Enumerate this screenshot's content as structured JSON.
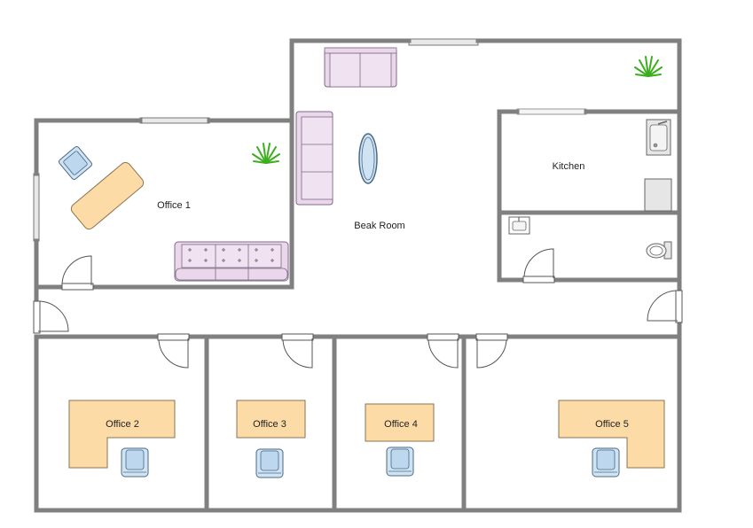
{
  "rooms": {
    "office1": "Office 1",
    "break_room": "Beak Room",
    "kitchen": "Kitchen",
    "office2": "Office 2",
    "office3": "Office 3",
    "office4": "Office 4",
    "office5": "Office 5"
  },
  "colors": {
    "wall": "#808080",
    "desk": "#fddba6",
    "desk_stroke": "#8a7350",
    "chair": "#cfe3f3",
    "chair_stroke": "#4a6a86",
    "sofa": "#ead7eb",
    "sofa_stroke": "#7d6a85",
    "plant": "#3cae1e",
    "mirror": "#cfe3f3",
    "fixture": "#e6e6e6",
    "window": "#e8e8e8"
  }
}
